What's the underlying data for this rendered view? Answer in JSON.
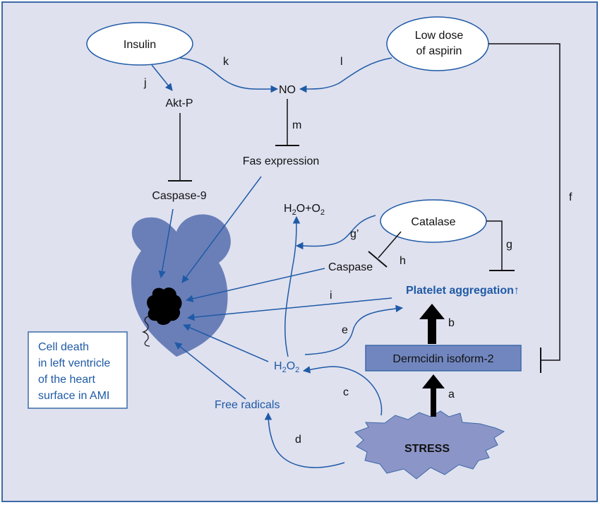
{
  "nodes": {
    "insulin": "Insulin",
    "aspirin_line1": "Low dose",
    "aspirin_line2": "of aspirin",
    "no": "NO",
    "aktp": "Akt-P",
    "fas": "Fas expression",
    "caspase9": "Caspase-9",
    "catalase": "Catalase",
    "caspase": "Caspase",
    "platelet": "Platelet aggregation↑",
    "dermcidin": "Dermcidin isoform-2",
    "stress": "STRESS",
    "free_radicals": "Free radicals",
    "h2o2_main": "H",
    "h2o2_sub1": "2",
    "h2o2_mid": "O",
    "h2o2_sub2": "2",
    "water_h": "H",
    "water_sub": "2",
    "water_mid": "O+O",
    "water_sub2": "2"
  },
  "cell_death_box": {
    "line1": "Cell death",
    "line2": "in left ventricle",
    "line3": "of the heart",
    "line4": "surface in AMI"
  },
  "edge_labels": {
    "a": "a",
    "b": "b",
    "c": "c",
    "d": "d",
    "e": "e",
    "f": "f",
    "g": "g",
    "g_prime": "g’",
    "h": "h",
    "i": "i",
    "j": "j",
    "k": "k",
    "l": "l",
    "m": "m"
  },
  "colors": {
    "background": "#dfe1ef",
    "frame": "#3d6aa8",
    "arrow_blue": "#1f5aa6",
    "heart_fill": "#6a7fb8",
    "dermcidin_fill": "#7186bf",
    "stress_fill": "#8b95c7",
    "necrosis": "#000000",
    "line_black": "#111111"
  }
}
